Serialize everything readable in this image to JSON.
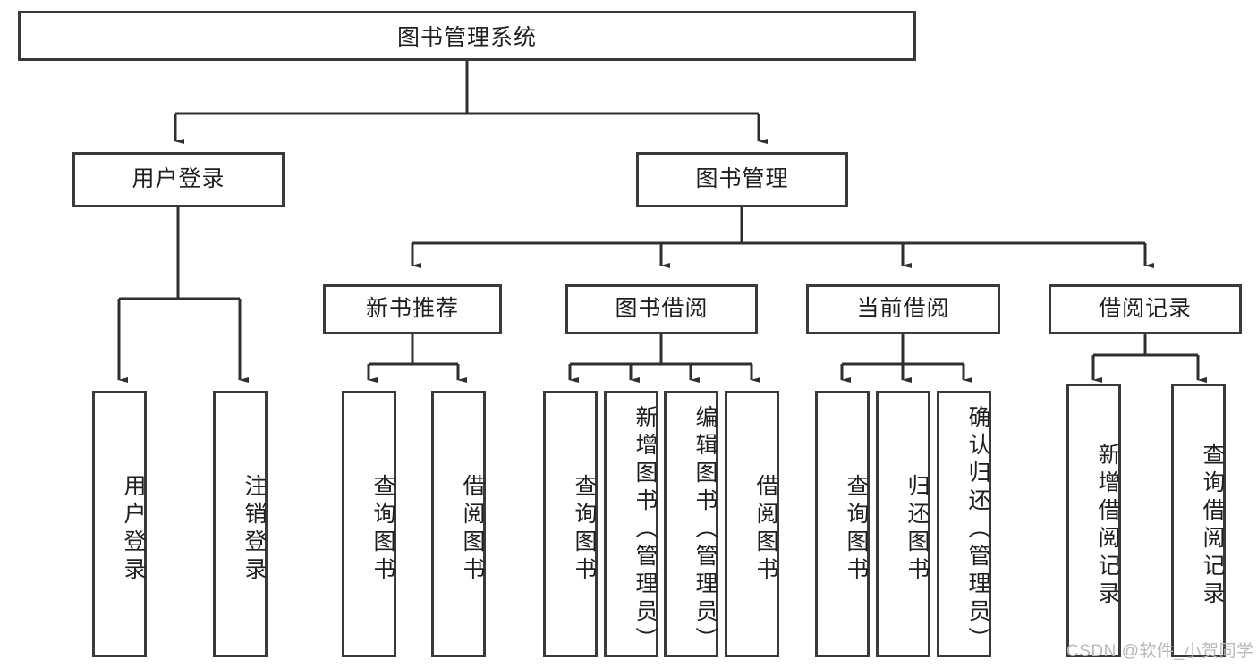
{
  "diagram": {
    "type": "tree-hierarchy",
    "title": "图书管理系统",
    "levels": 4,
    "style": {
      "box_border_color": "#3a3a3a",
      "box_fill": "#ffffff",
      "connector_color": "#2f2f2f",
      "text_color": "#1f1f1f",
      "background": "#ffffff"
    },
    "root": {
      "label": "图书管理系统"
    },
    "level2": [
      {
        "label": "用户登录"
      },
      {
        "label": "图书管理"
      }
    ],
    "level3": [
      {
        "label": "新书推荐"
      },
      {
        "label": "图书借阅"
      },
      {
        "label": "当前借阅"
      },
      {
        "label": "借阅记录"
      }
    ],
    "leaves": {
      "user_login": [
        {
          "label": "用户登录"
        },
        {
          "label": "注销登录"
        }
      ],
      "new_book": [
        {
          "label": "查询图书"
        },
        {
          "label": "借阅图书"
        }
      ],
      "book_borrow": [
        {
          "label": "查询图书"
        },
        {
          "label": "新增图书（管理员）"
        },
        {
          "label": "编辑图书（管理员）"
        },
        {
          "label": "借阅图书"
        }
      ],
      "current_borrow": [
        {
          "label": "查询图书"
        },
        {
          "label": "归还图书"
        },
        {
          "label": "确认归还（管理员）"
        }
      ],
      "borrow_record": [
        {
          "label": "新增借阅记录"
        },
        {
          "label": "查询借阅记录"
        }
      ]
    }
  },
  "watermark": {
    "text": "CSDN @软件_小贺同学"
  }
}
